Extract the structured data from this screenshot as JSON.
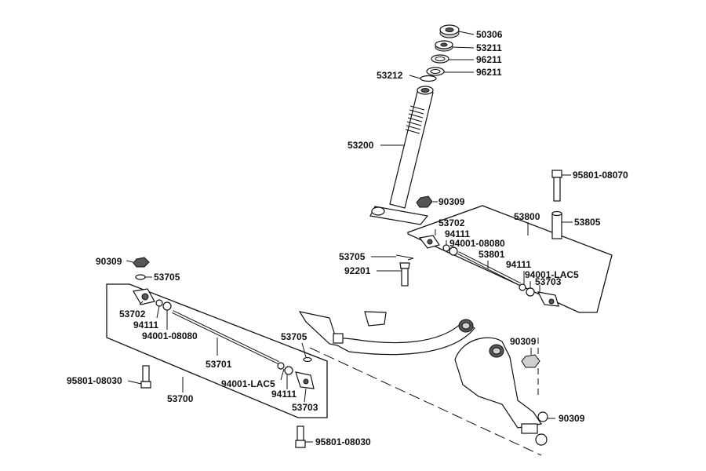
{
  "labels": {
    "p50306": "50306",
    "p53211": "53211",
    "p96211a": "96211",
    "p96211b": "96211",
    "p53212": "53212",
    "p53200": "53200",
    "p95801_08070": "95801-08070",
    "p90309_top": "90309",
    "p53800": "53800",
    "p53805": "53805",
    "p53702_r": "53702",
    "p94111_r1": "94111",
    "p94001_08080_r": "94001-08080",
    "p53801": "53801",
    "p94111_r2": "94111",
    "p94001_lac5_r": "94001-LAC5",
    "p53703_r": "53703",
    "p53705_mid": "53705",
    "p92201": "92201",
    "p90309_left": "90309",
    "p53705_left": "53705",
    "p53702_l": "53702",
    "p94111_l1": "94111",
    "p94001_08080_l": "94001-08080",
    "p53701": "53701",
    "p53705_center": "53705",
    "p95801_08030_a": "95801-08030",
    "p53700": "53700",
    "p94001_lac5_l": "94001-LAC5",
    "p94111_l2": "94111",
    "p53703_l": "53703",
    "p95801_08030_b": "95801-08030",
    "p90309_right": "90309",
    "p90309_bottom": "90309"
  },
  "icons": {
    "nut": "hex-nut-icon",
    "bolt": "bolt-icon",
    "washer": "washer-icon",
    "ball_joint": "ball-joint-icon",
    "tie_rod": "tie-rod-icon",
    "steering_stem": "steering-stem-icon",
    "front_fork": "front-fork-icon",
    "bearing": "bearing-icon"
  }
}
